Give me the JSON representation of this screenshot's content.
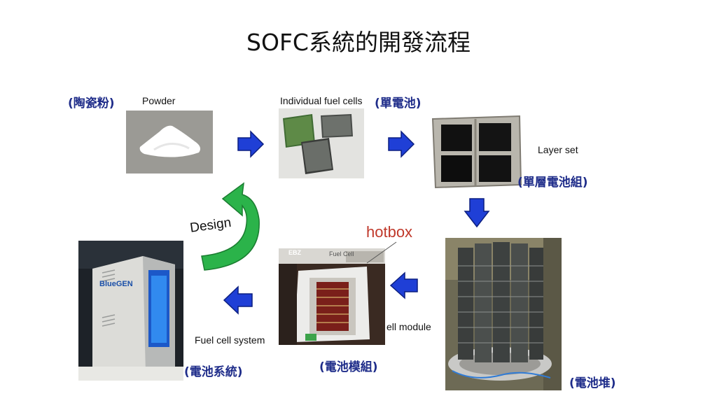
{
  "title": "SOFC系統的開發流程",
  "stages": {
    "powder": {
      "en": "Powder",
      "cn": "(陶瓷粉)"
    },
    "cells": {
      "en": "Individual fuel cells",
      "cn": "(單電池)"
    },
    "layer": {
      "en": "Layer set",
      "cn": "(單層電池組)"
    },
    "stack": {
      "cn": "(電池堆)"
    },
    "module": {
      "en": "ell module",
      "cn": "(電池模組)",
      "callout": "hotbox"
    },
    "system": {
      "en": "Fuel cell system",
      "cn": "(電池系統)"
    }
  },
  "design_label": "Design",
  "photo_texts": {
    "bluegen": "BlueGEN",
    "module_sign": "Fuel Cell",
    "ebz": "EBZ"
  },
  "colors": {
    "arrow_blue": "#1f3fd6",
    "design_green": "#2bb34a",
    "label_blue": "#1f2d8a",
    "hotbox_red": "#c0392b"
  }
}
